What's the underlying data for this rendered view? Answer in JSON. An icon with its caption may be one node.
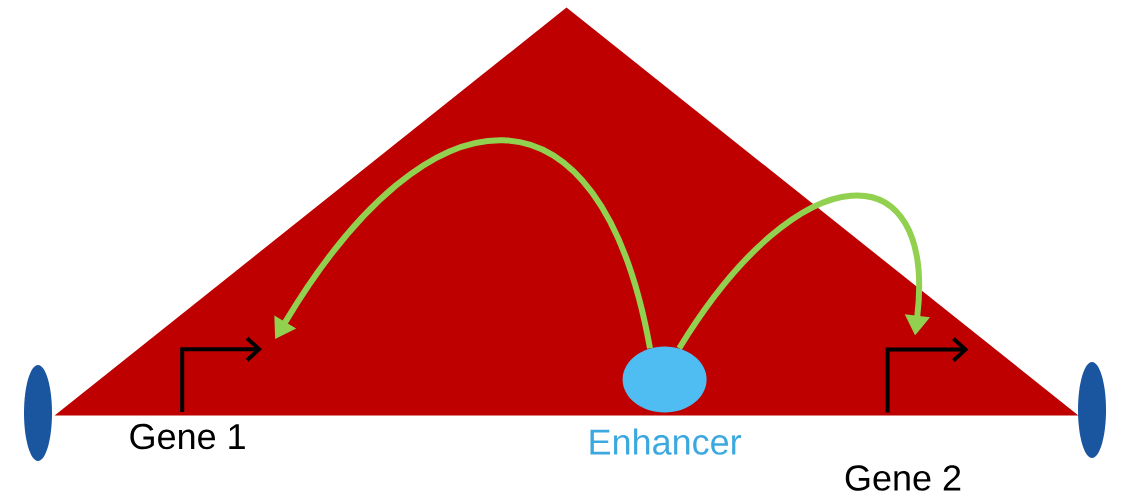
{
  "diagram": {
    "nodes": [
      {
        "text": [],
        "shape": "triangle"
      },
      {
        "text": [],
        "shape": "ellipse"
      },
      {
        "text": [
          "Gene 1"
        ],
        "in": 0
      },
      {
        "text": [
          "Enhancer"
        ],
        "in": 0
      },
      {
        "text": [
          "Gene 2"
        ]
      },
      {
        "text": [],
        "shape": "ellipse"
      }
    ],
    "edges": [
      {
        "from": 3,
        "to": 2,
        "arrow": "to"
      },
      {
        "from": 3,
        "to": 4,
        "arrow": "to"
      }
    ]
  }
}
